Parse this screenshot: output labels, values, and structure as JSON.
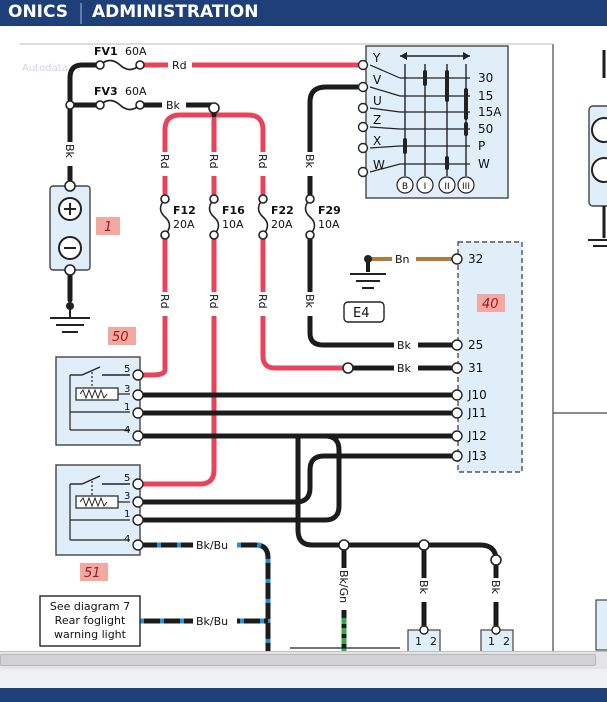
{
  "nav": {
    "tabs": [
      {
        "label": "ONICS"
      },
      {
        "label": "ADMINISTRATION"
      }
    ]
  },
  "watermark": "Autodata",
  "diagram": {
    "fuses": [
      {
        "id": "FV1",
        "rating": "60A"
      },
      {
        "id": "FV3",
        "rating": "60A"
      },
      {
        "id": "F12",
        "rating": "20A"
      },
      {
        "id": "F16",
        "rating": "10A"
      },
      {
        "id": "F22",
        "rating": "20A"
      },
      {
        "id": "F29",
        "rating": "10A"
      }
    ],
    "wire_colors": {
      "rd": "Rd",
      "bk": "Bk",
      "bn": "Bn",
      "bkbu": "Bk/Bu",
      "bkgn": "Bk/Gn"
    },
    "components": {
      "battery": "1",
      "relay_a": "50",
      "relay_b": "51",
      "module": "40",
      "earth": "E4"
    },
    "ignition_switch": {
      "inputs": [
        "Y",
        "V",
        "U",
        "Z",
        "X",
        "W"
      ],
      "outputs": [
        "30",
        "15",
        "15A",
        "50",
        "P",
        "W"
      ],
      "positions": [
        "B",
        "I",
        "II",
        "III"
      ]
    },
    "relay_pins": [
      "5",
      "3",
      "1",
      "4"
    ],
    "module_pins": [
      "32",
      "25",
      "31",
      "J10",
      "J11",
      "J12",
      "J13"
    ],
    "connector_pins": [
      "1",
      "2"
    ],
    "see_diagram": [
      "See diagram 7",
      "Rear foglight",
      "warning light"
    ]
  },
  "colors": {
    "red_wire": "#e8435a",
    "black_wire": "#1c1c1c",
    "brown_wire": "#b07a3c",
    "box_fill": "#dfeef8",
    "nav": "#1e3f78",
    "label_tag": "#f3a9a2"
  }
}
